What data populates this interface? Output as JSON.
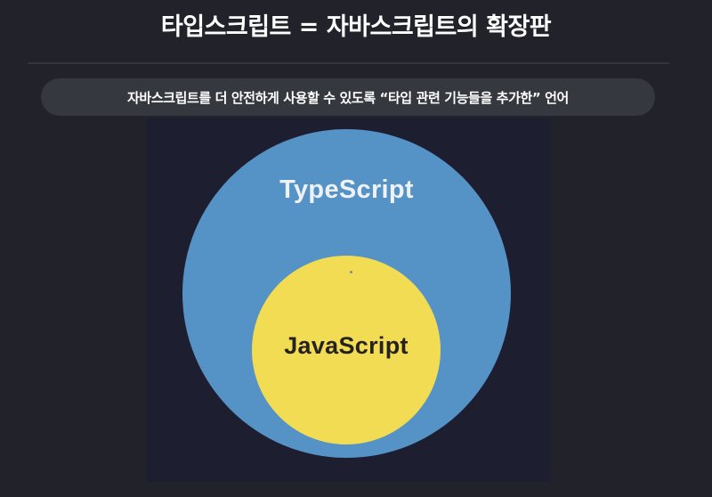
{
  "header": {
    "title": "타입스크립트 = 자바스크립트의 확장판"
  },
  "subtitle": {
    "text": "자바스크립트를 더 안전하게 사용할 수 있도록 “타입 관련 기능들을 추가한” 언어"
  },
  "diagram": {
    "outer_circle": {
      "label": "TypeScript",
      "color": "#5592c6"
    },
    "inner_circle": {
      "label": "JavaScript",
      "color": "#f1dc54"
    },
    "background": "#1e1e31"
  }
}
